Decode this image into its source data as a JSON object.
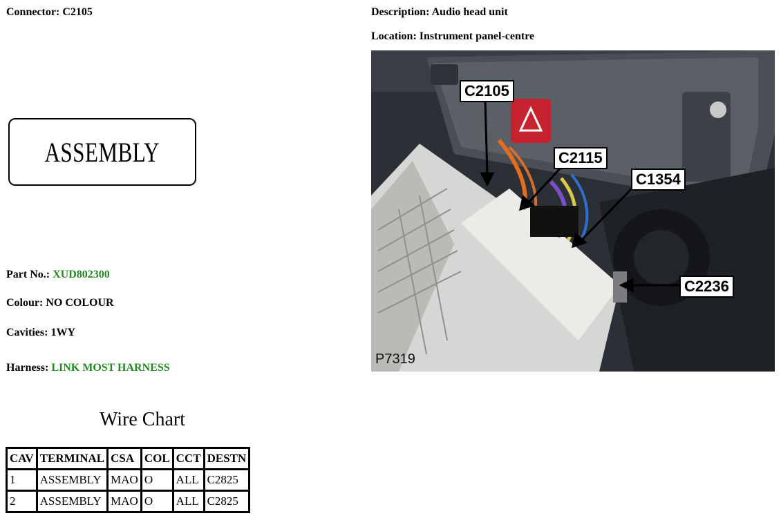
{
  "connector": {
    "label": "Connector:",
    "value": "C2105"
  },
  "description": {
    "label": "Description:",
    "value": "Audio head unit"
  },
  "location": {
    "label": "Location:",
    "value": "Instrument panel-centre"
  },
  "assembly_label": "ASSEMBLY",
  "part_no": {
    "label": "Part No.:",
    "value": "XUD802300"
  },
  "colour": {
    "label": "Colour:",
    "value": "NO COLOUR"
  },
  "cavities": {
    "label": "Cavities:",
    "value": "1WY"
  },
  "harness": {
    "label": "Harness:",
    "value": "LINK MOST HARNESS"
  },
  "wire_chart": {
    "title": "Wire Chart",
    "headers": [
      "CAV",
      "TERMINAL",
      "CSA",
      "COL",
      "CCT",
      "DESTN"
    ],
    "rows": [
      [
        "1",
        "ASSEMBLY",
        "MAO",
        "O",
        "ALL",
        "C2825"
      ],
      [
        "2",
        "ASSEMBLY",
        "MAO",
        "O",
        "ALL",
        "C2825"
      ]
    ]
  },
  "photo": {
    "callouts": [
      "C2105",
      "C2115",
      "C1354",
      "C2236"
    ],
    "photo_id": "P7319"
  },
  "colors": {
    "link_green": "#1f8a1f"
  }
}
